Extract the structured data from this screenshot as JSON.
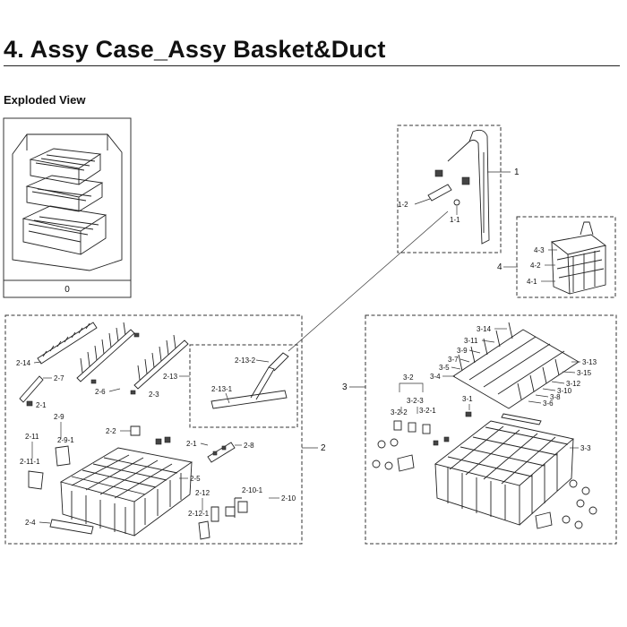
{
  "header": {
    "title": "4.  Assy Case_Assy Basket&Duct",
    "subtitle": "Exploded View"
  },
  "thumbnail": {
    "label": "0"
  },
  "groups": {
    "g1": "1",
    "g2": "2",
    "g3": "3",
    "g4": "4"
  },
  "labels": {
    "l1_1": "1-1",
    "l1_2": "1-2",
    "l4_1": "4-1",
    "l4_2": "4-2",
    "l4_3": "4-3",
    "l2_1": "2-1",
    "l2_2": "2-2",
    "l2_3": "2-3",
    "l2_4": "2-4",
    "l2_5": "2-5",
    "l2_6": "2-6",
    "l2_7": "2-7",
    "l2_8": "2-8",
    "l2_9": "2-9",
    "l2_9_1": "2-9-1",
    "l2_10": "2-10",
    "l2_10_1": "2-10-1",
    "l2_11": "2-11",
    "l2_11_1": "2-11-1",
    "l2_12": "2-12",
    "l2_12_1": "2-12-1",
    "l2_13": "2-13",
    "l2_13_1": "2-13-1",
    "l2_13_2": "2-13-2",
    "l2_14": "2-14",
    "l2_1b": "2-1",
    "l3_1": "3-1",
    "l3_2": "3-2",
    "l3_2_1": "3-2-1",
    "l3_2_2": "3-2-2",
    "l3_2_3": "3-2-3",
    "l3_3": "3-3",
    "l3_4": "3-4",
    "l3_5": "3-5",
    "l3_6": "3-6",
    "l3_7": "3-7",
    "l3_8": "3-8",
    "l3_9": "3-9",
    "l3_10": "3-10",
    "l3_11": "3-11",
    "l3_12": "3-12",
    "l3_13": "3-13",
    "l3_14": "3-14",
    "l3_15": "3-15"
  }
}
